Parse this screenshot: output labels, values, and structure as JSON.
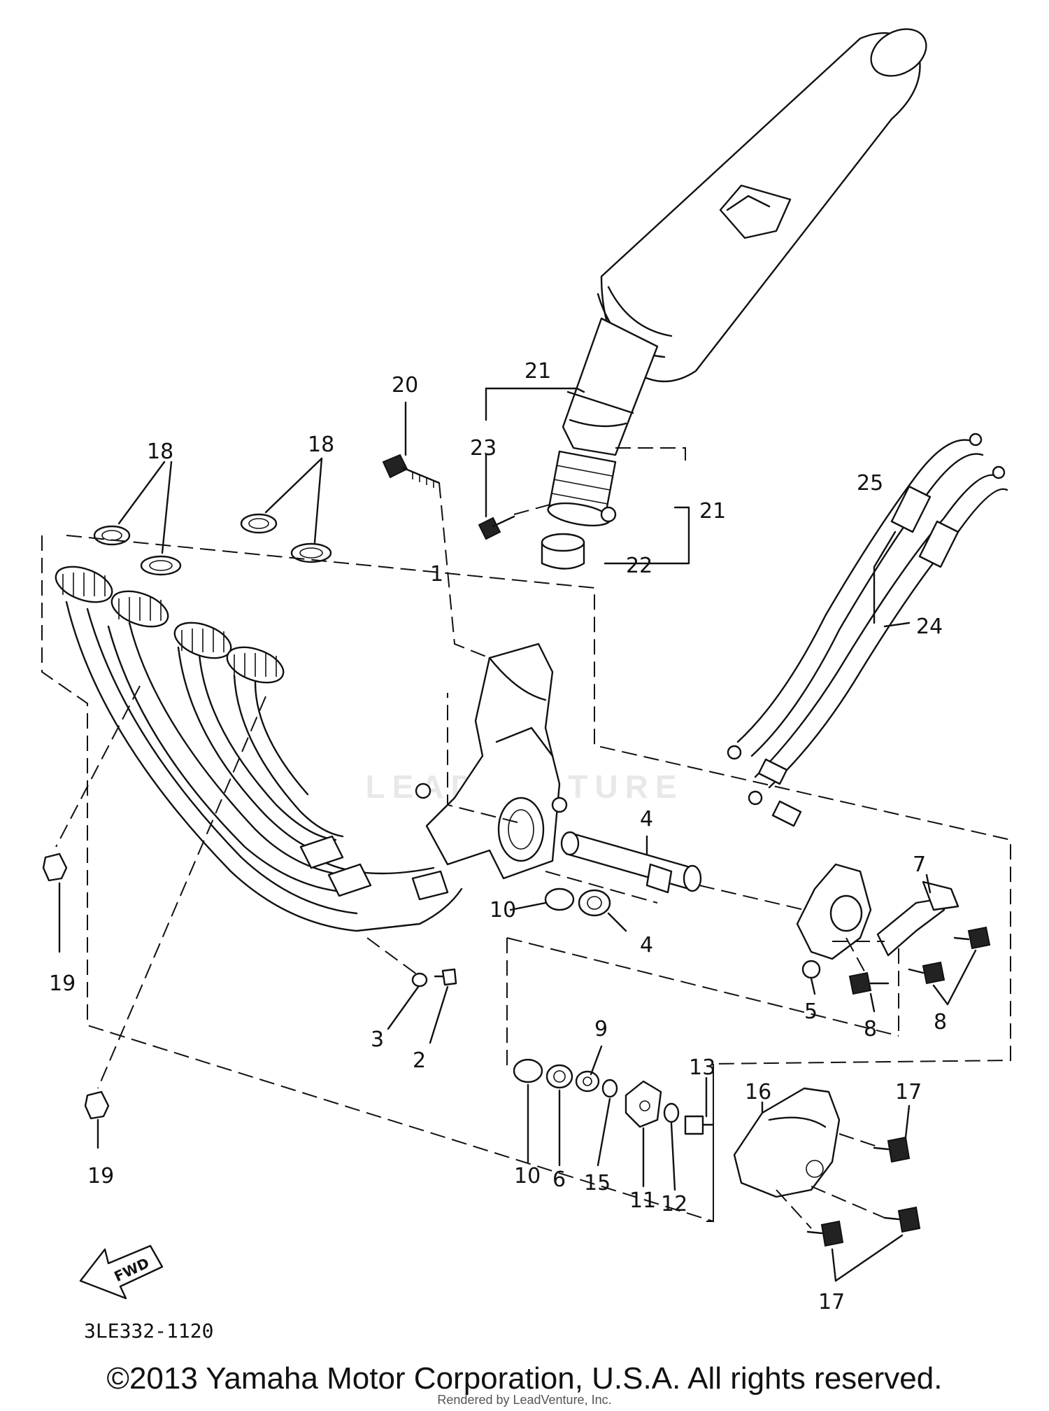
{
  "diagram": {
    "part_numbers": [
      "1",
      "2",
      "3",
      "4",
      "4",
      "5",
      "6",
      "7",
      "8",
      "8",
      "9",
      "10",
      "10",
      "11",
      "12",
      "13",
      "15",
      "16",
      "17",
      "17",
      "18",
      "18",
      "19",
      "19",
      "20",
      "21",
      "21",
      "22",
      "23",
      "24",
      "25"
    ],
    "fwd_label": "FWD",
    "watermark": "LEADVENTURE",
    "diagram_code": "3LE332-1120"
  },
  "footer": {
    "copyright": "©2013 Yamaha Motor Corporation, U.S.A. All rights reserved.",
    "render_credit": "Rendered by LeadVenture, Inc."
  }
}
